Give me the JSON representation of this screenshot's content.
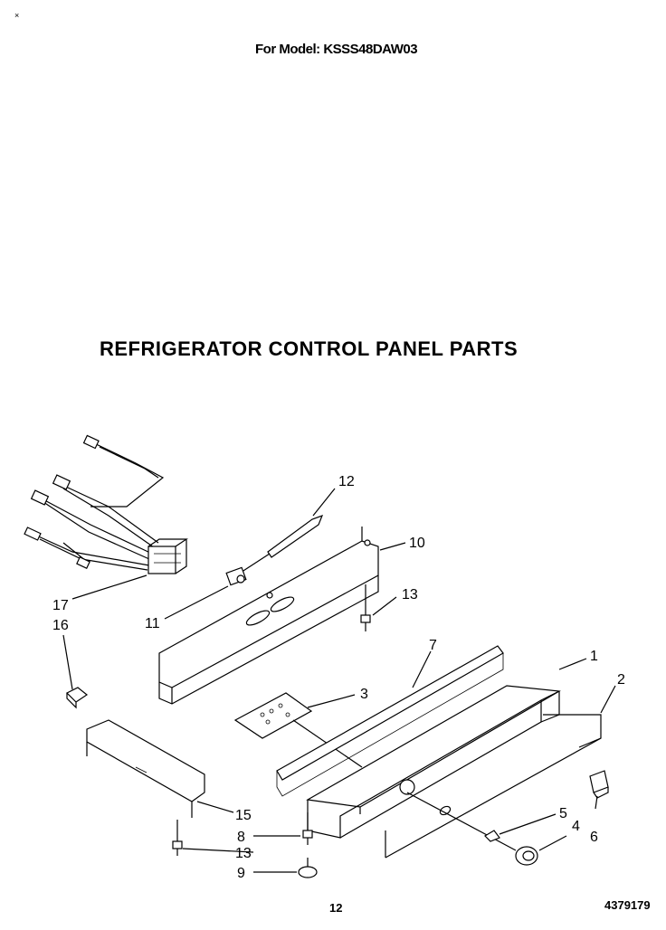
{
  "header": {
    "corner_mark": "×",
    "model_line": "For Model: KSSS48DAW03"
  },
  "section_title": "REFRIGERATOR CONTROL PANEL PARTS",
  "callouts": {
    "c1": "1",
    "c2": "2",
    "c3": "3",
    "c4": "4",
    "c5": "5",
    "c6": "6",
    "c7": "7",
    "c8": "8",
    "c9": "9",
    "c10": "10",
    "c11": "11",
    "c12": "12",
    "c13a": "13",
    "c13b": "13",
    "c15": "15",
    "c16": "16",
    "c17": "17"
  },
  "footer": {
    "page_number": "12",
    "doc_code": "4379179"
  }
}
